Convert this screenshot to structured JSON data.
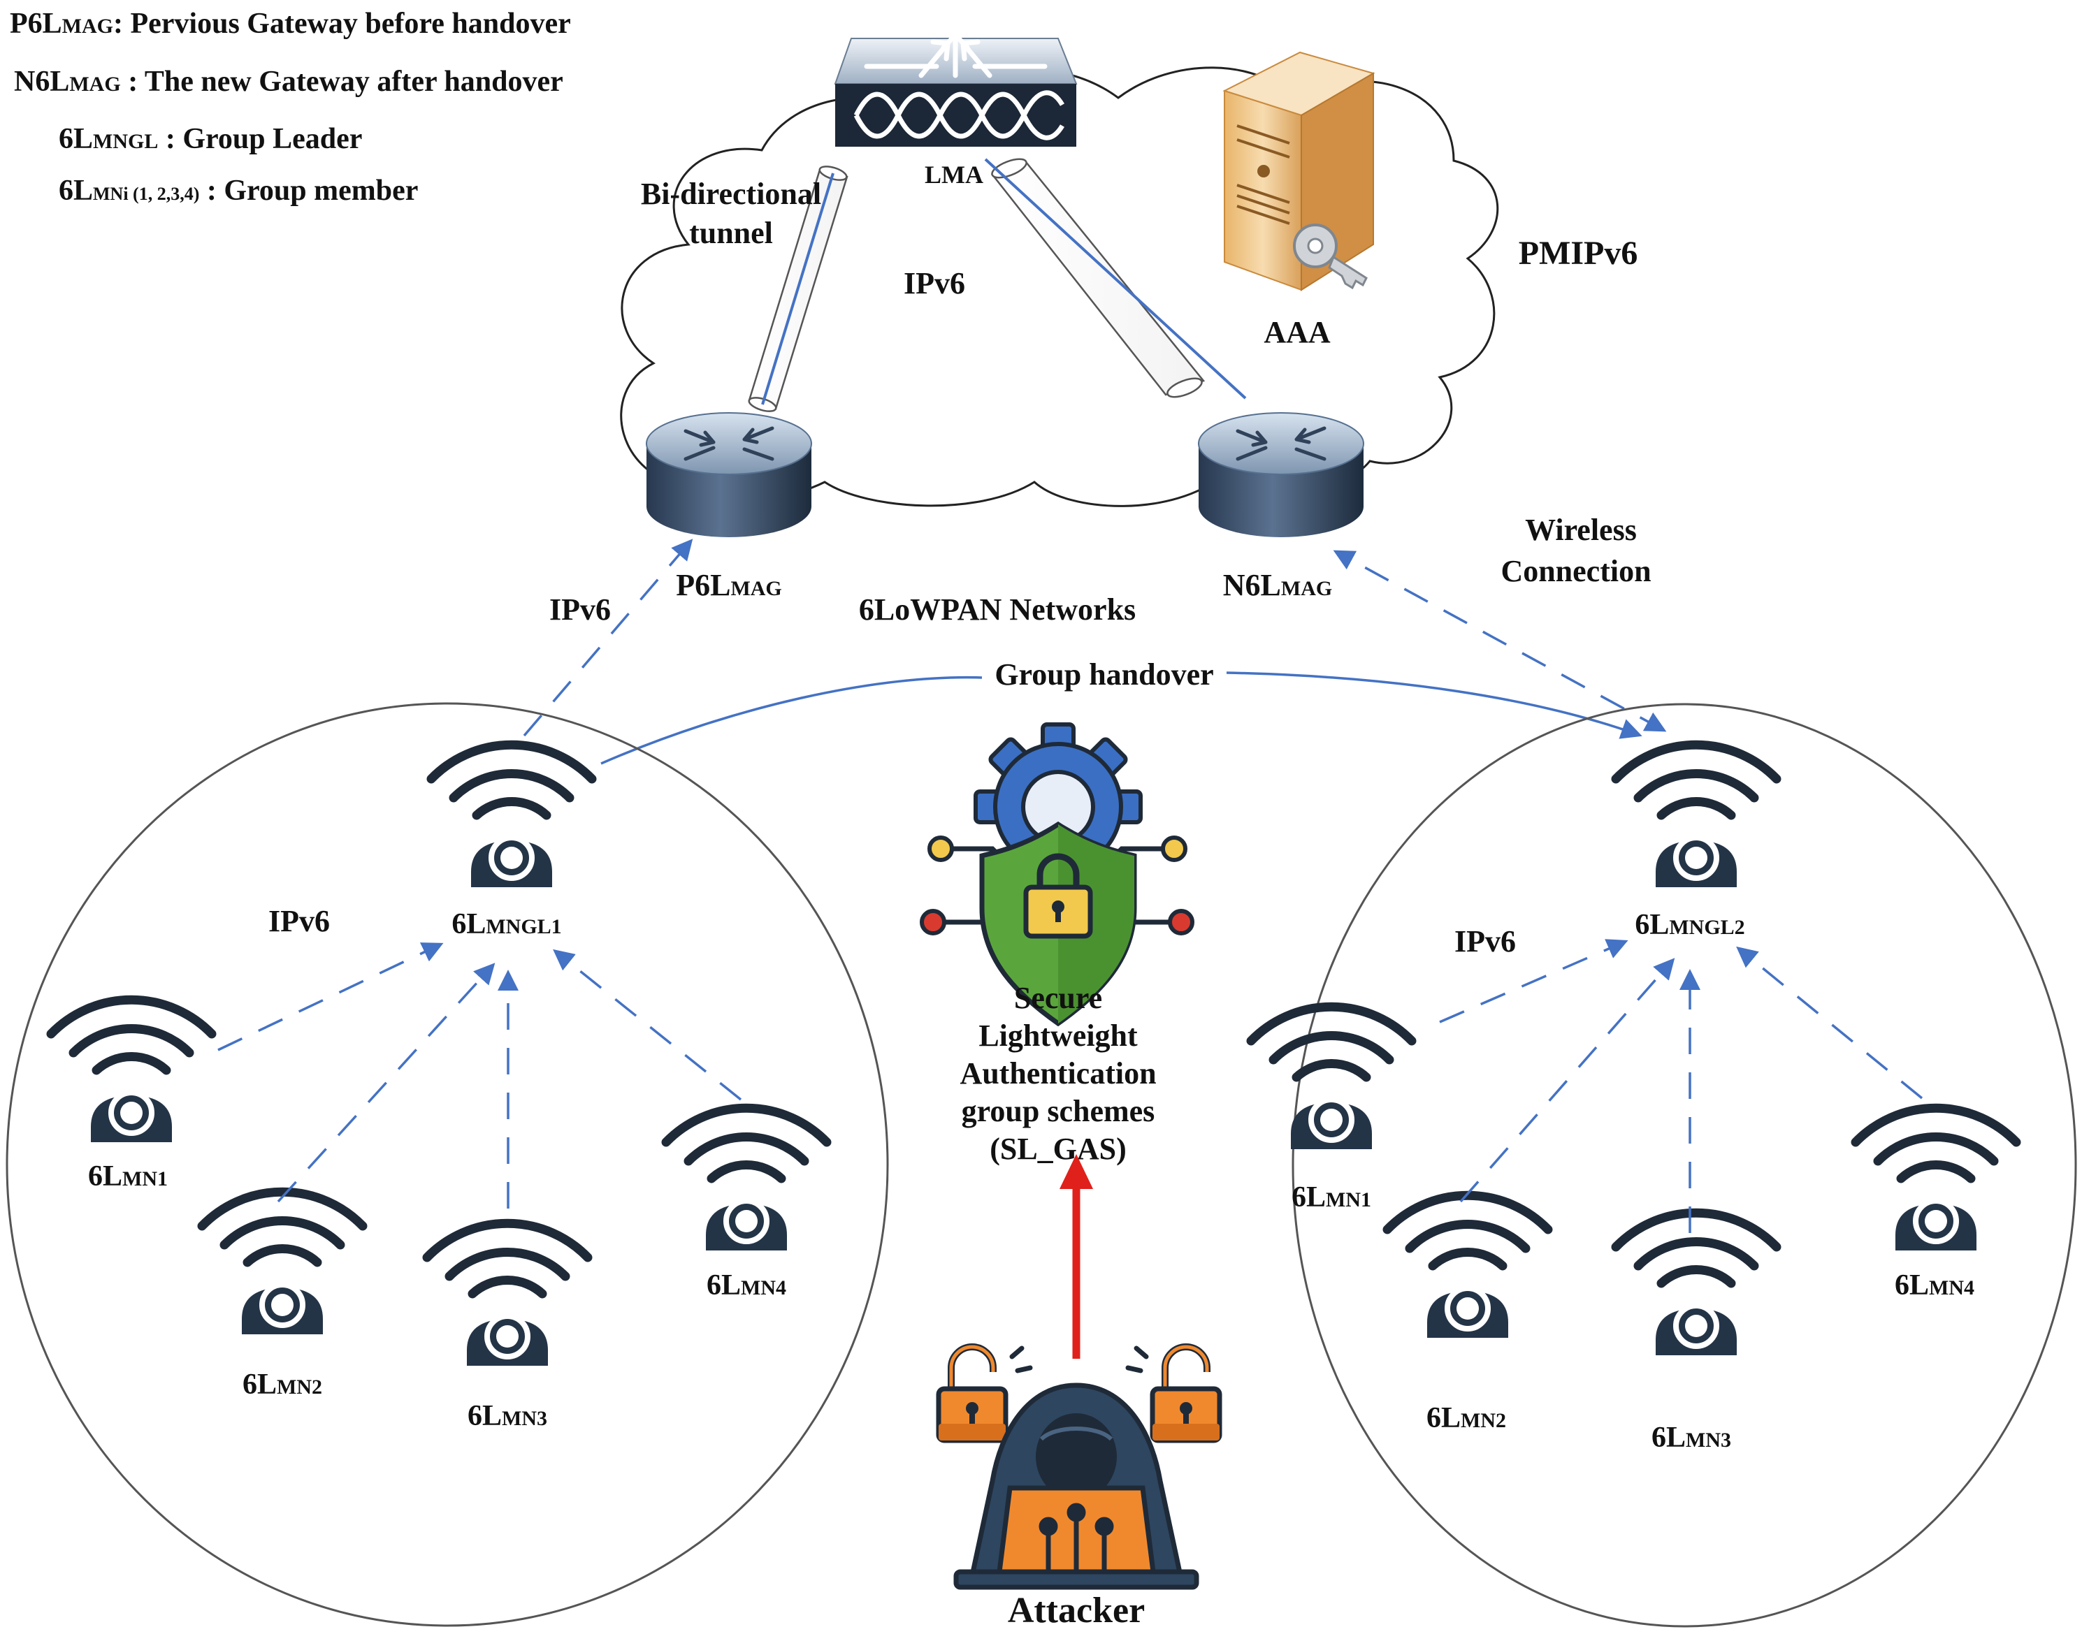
{
  "legend": [
    {
      "prefix": "P6L",
      "small": "MAG",
      "text": ": Pervious Gateway before handover"
    },
    {
      "prefix": "N6L",
      "small": "MAG",
      "text": " : The new Gateway after handover"
    },
    {
      "prefix": "6L",
      "small": "MNGL",
      "text": " : Group Leader"
    },
    {
      "prefix": "6L",
      "small": "MNi (1, 2,3,4)",
      "text": "  : Group member"
    }
  ],
  "core": {
    "lma": "LMA",
    "aaa": "AAA",
    "pmipv6": "PMIPv6",
    "ipv6": "IPv6",
    "tunnel_line1": "Bi-directional",
    "tunnel_line2": "tunnel"
  },
  "gateways": {
    "previous": {
      "prefix": "P6L",
      "small": "MAG"
    },
    "new": {
      "prefix": "N6L",
      "small": "MAG"
    }
  },
  "links": {
    "ipv6_uplink": "IPv6",
    "networks": "6LoWPAN Networks",
    "wireless_line1": "Wireless",
    "wireless_line2": "Connection",
    "group_handover": "Group handover"
  },
  "left_group": {
    "ipv6": "IPv6",
    "leader": {
      "prefix": "6L",
      "small": "MNGL1"
    },
    "members": [
      {
        "prefix": "6L",
        "small": "MN1"
      },
      {
        "prefix": "6L",
        "small": "MN2"
      },
      {
        "prefix": "6L",
        "small": "MN3"
      },
      {
        "prefix": "6L",
        "small": "MN4"
      }
    ]
  },
  "right_group": {
    "ipv6": "IPv6",
    "leader": {
      "prefix": "6L",
      "small": "MNGL2"
    },
    "members": [
      {
        "prefix": "6L",
        "small": "MN1"
      },
      {
        "prefix": "6L",
        "small": "MN2"
      },
      {
        "prefix": "6L",
        "small": "MN3"
      },
      {
        "prefix": "6L",
        "small": "MN4"
      }
    ]
  },
  "security": {
    "lines": [
      "Secure",
      "Lightweight",
      "Authentication",
      "group schemes",
      "(SL_GAS)"
    ]
  },
  "attacker": {
    "label": "Attacker"
  },
  "colors": {
    "link_blue": "#4472c4",
    "attack_red": "#e0201b",
    "shield_green": "#5aa63c",
    "gear_blue": "#3a6fc4",
    "lock_orange": "#f0892e",
    "hoodie_navy": "#2e4660",
    "device_navy": "#243447"
  },
  "icons": [
    "switch-icon",
    "server-key-icon",
    "router-icon",
    "wireless-node-icon",
    "security-shield-icon",
    "attacker-icon",
    "open-lock-icon"
  ]
}
